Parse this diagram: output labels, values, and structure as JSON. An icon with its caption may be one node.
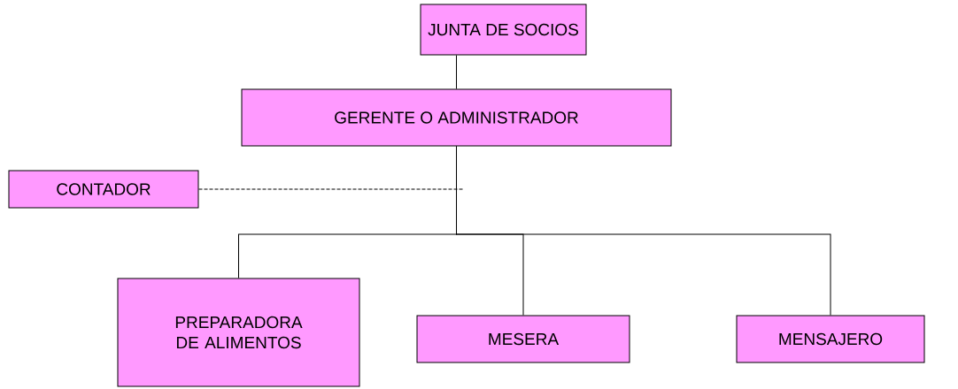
{
  "diagram": {
    "nodes": [
      {
        "text": [
          "JUNTA DE SOCIOS"
        ]
      },
      {
        "text": [
          "GERENTE O ADMINISTRADOR"
        ]
      },
      {
        "text": [
          "CONTADOR"
        ]
      },
      {
        "text": [
          "PREPARADORA DE ALIMENTOS"
        ]
      },
      {
        "text": [
          "MESERA"
        ]
      },
      {
        "text": [
          "MENSAJERO"
        ]
      }
    ],
    "edges": [
      {
        "from": 0,
        "to": 1,
        "arrow": "none"
      },
      {
        "from": 2,
        "to": 1,
        "arrow": "none",
        "style": "dashed"
      },
      {
        "from": 1,
        "to": 3,
        "arrow": "none"
      },
      {
        "from": 1,
        "to": 4,
        "arrow": "none"
      },
      {
        "from": 1,
        "to": 5,
        "arrow": "none"
      }
    ]
  }
}
